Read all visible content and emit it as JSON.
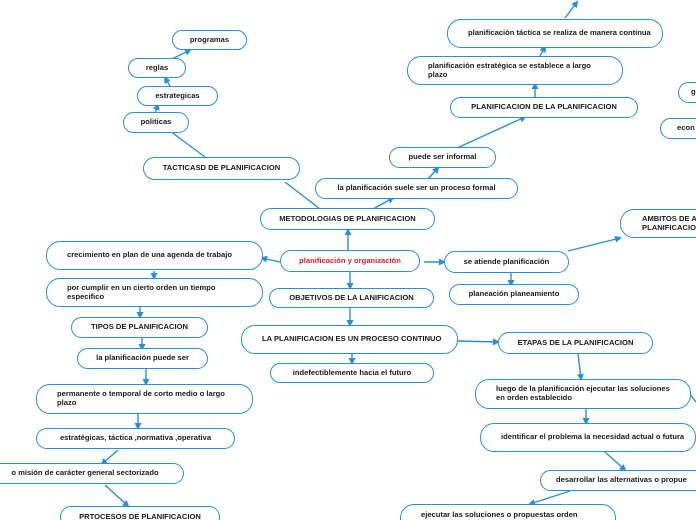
{
  "accent_color": "#2a8fd6",
  "root_text_color": "#cc1f3d",
  "nodes": {
    "root": "planificación y organización",
    "metodologias": "METODOLOGIAS DE PLANIFICACION",
    "tacticas": "TACTICASD DE PLANIFICACION",
    "politicas": "politicas",
    "estrategicas": "estrategicas",
    "reglas": "reglas",
    "programas": "programas",
    "proceso_formal": "la planificación suele ser un proceso formal",
    "puede_informal": "puede ser informal",
    "plan_de_plan": "PLANIFICACION DE LA PLANIFICACION",
    "plan_estrategica": "planificación estratégica se establece a largo plazo",
    "plan_tactica": "planificación táctica se realiza de manera continua",
    "se_atiende": "se atiende planificación",
    "planeacion": "planeación planeamiento",
    "ambitos": "AMBITOS DE A PLANIFICACION",
    "econ": "econ",
    "g_partial": "g",
    "crecimiento": "crecimiento en plan de una agenda de trabajo",
    "cumplir": "por cumplir en un cierto orden un tiempo especifico",
    "tipos": "TIPOS DE PLANIFICACION",
    "puede_ser": "la planificación puede ser",
    "permanente": "permanente o temporal de corto medio o largo plazo",
    "estrategicas_tipo": "estratégicas, táctica ,normativa ,operativa",
    "mision": "o misión de carácter general sectorizado",
    "procesos": "PRTOCESOS DE PLANIFICACION",
    "objetivos": "OBJETIVOS DE LA LANIFICACION",
    "proceso_continuo": "LA PLANIFICACION ES UN PROCESO CONTINUO",
    "indefectiblemente": "indefectiblemente hacia el futuro",
    "etapas": "ETAPAS DE LA PLANIFICACION",
    "luego": "luego de la planificación ejecutar las soluciones en orden establecido",
    "identificar": "identificar el problema la necesidad actual o futura",
    "desarrollar": "desarrollar las alternativas o propue",
    "ejecutar": "ejecutar las soluciones o propuestas orden"
  }
}
